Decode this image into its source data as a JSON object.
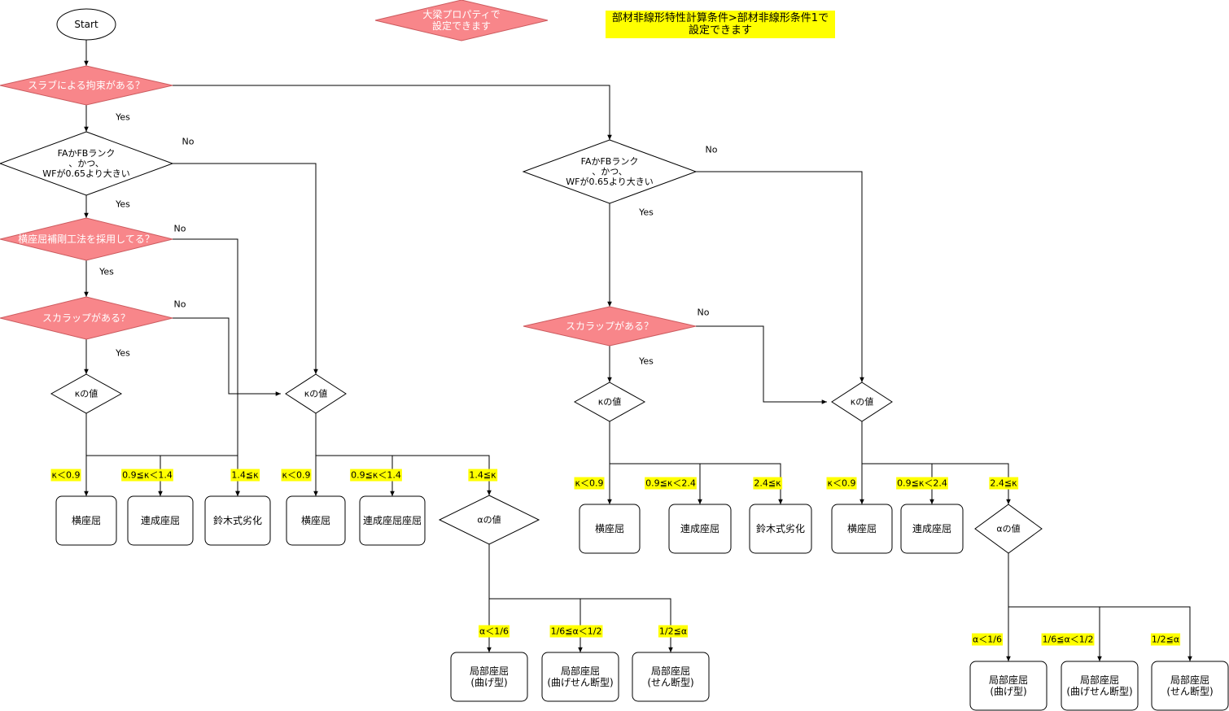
{
  "colors": {
    "decision_fill": "#f8868a",
    "decision_stroke": "#cc5b5f",
    "note_fill": "#ffff00",
    "node_stroke": "#000000",
    "edge_stroke": "#000000"
  },
  "nodes": [
    {
      "id": "start",
      "lines": [
        "Start"
      ]
    },
    {
      "id": "legend_prop",
      "lines": [
        "大梁プロパティで",
        "設定できます"
      ]
    },
    {
      "id": "legend_cond",
      "lines": [
        "部材非線形特性計算条件>部材非線形条件1で",
        "設定できます"
      ]
    },
    {
      "id": "slab",
      "lines": [
        "スラブによる拘束がある？"
      ]
    },
    {
      "id": "rank_l",
      "lines": [
        "FAかFBランク",
        "、かつ、",
        "WFが0.65より大きい"
      ]
    },
    {
      "id": "rank_r",
      "lines": [
        "FAかFBランク",
        "、かつ、",
        "WFが0.65より大きい"
      ]
    },
    {
      "id": "reinf",
      "lines": [
        "横座屈補剛工法を採用してる？"
      ]
    },
    {
      "id": "scal_l",
      "lines": [
        "スカラップがある？"
      ]
    },
    {
      "id": "scal_r",
      "lines": [
        "スカラップがある？"
      ]
    },
    {
      "id": "k1",
      "lines": [
        "κの値"
      ]
    },
    {
      "id": "k2",
      "lines": [
        "κの値"
      ]
    },
    {
      "id": "k3",
      "lines": [
        "κの値"
      ]
    },
    {
      "id": "k4",
      "lines": [
        "κの値"
      ]
    },
    {
      "id": "a2",
      "lines": [
        "αの値"
      ]
    },
    {
      "id": "a4",
      "lines": [
        "αの値"
      ]
    },
    {
      "id": "r1a",
      "lines": [
        "横座屈"
      ]
    },
    {
      "id": "r1b",
      "lines": [
        "連成座屈"
      ]
    },
    {
      "id": "r1c",
      "lines": [
        "鈴木式劣化"
      ]
    },
    {
      "id": "r2a",
      "lines": [
        "横座屈"
      ]
    },
    {
      "id": "r2b",
      "lines": [
        "連成座屈座屈"
      ]
    },
    {
      "id": "r3a",
      "lines": [
        "横座屈"
      ]
    },
    {
      "id": "r3b",
      "lines": [
        "連成座屈"
      ]
    },
    {
      "id": "r3c",
      "lines": [
        "鈴木式劣化"
      ]
    },
    {
      "id": "r4a",
      "lines": [
        "横座屈"
      ]
    },
    {
      "id": "r4b",
      "lines": [
        "連成座屈"
      ]
    },
    {
      "id": "l2a",
      "lines": [
        "局部座屈",
        "(曲げ型)"
      ]
    },
    {
      "id": "l2b",
      "lines": [
        "局部座屈",
        "(曲げせん断型)"
      ]
    },
    {
      "id": "l2c",
      "lines": [
        "局部座屈",
        "(せん断型)"
      ]
    },
    {
      "id": "l4a",
      "lines": [
        "局部座屈",
        "(曲げ型)"
      ]
    },
    {
      "id": "l4b",
      "lines": [
        "局部座屈",
        "(曲げせん断型)"
      ]
    },
    {
      "id": "l4c",
      "lines": [
        "局部座屈",
        "(せん断型)"
      ]
    }
  ],
  "labels": [
    {
      "id": "y_slab",
      "text": "Yes"
    },
    {
      "id": "n_rank_l",
      "text": "No"
    },
    {
      "id": "y_rank_l",
      "text": "Yes"
    },
    {
      "id": "n_reinf",
      "text": "No"
    },
    {
      "id": "y_reinf",
      "text": "Yes"
    },
    {
      "id": "n_scal_l",
      "text": "No"
    },
    {
      "id": "y_scal_l",
      "text": "Yes"
    },
    {
      "id": "n_rank_r",
      "text": "No"
    },
    {
      "id": "y_rank_r",
      "text": "Yes"
    },
    {
      "id": "n_scal_r",
      "text": "No"
    },
    {
      "id": "y_scal_r",
      "text": "Yes"
    },
    {
      "id": "c1a",
      "text": "κ＜0.9"
    },
    {
      "id": "c1b",
      "text": "0.9≦κ＜1.4"
    },
    {
      "id": "c1c",
      "text": "1.4≦κ"
    },
    {
      "id": "c2a",
      "text": "κ＜0.9"
    },
    {
      "id": "c2b",
      "text": "0.9≦κ＜1.4"
    },
    {
      "id": "c2c",
      "text": "1.4≦κ"
    },
    {
      "id": "c2d",
      "text": "α＜1/6"
    },
    {
      "id": "c2e",
      "text": "1/6≦α＜1/2"
    },
    {
      "id": "c2f",
      "text": "1/2≦α"
    },
    {
      "id": "c3a",
      "text": "κ＜0.9"
    },
    {
      "id": "c3b",
      "text": "0.9≦κ＜2.4"
    },
    {
      "id": "c3c",
      "text": "2.4≦κ"
    },
    {
      "id": "c4a",
      "text": "κ＜0.9"
    },
    {
      "id": "c4b",
      "text": "0.9≦κ＜2.4"
    },
    {
      "id": "c4c",
      "text": "2.4≦κ"
    },
    {
      "id": "c4d",
      "text": "α＜1/6"
    },
    {
      "id": "c4e",
      "text": "1/6≦α＜1/2"
    },
    {
      "id": "c4f",
      "text": "1/2≦α"
    }
  ]
}
